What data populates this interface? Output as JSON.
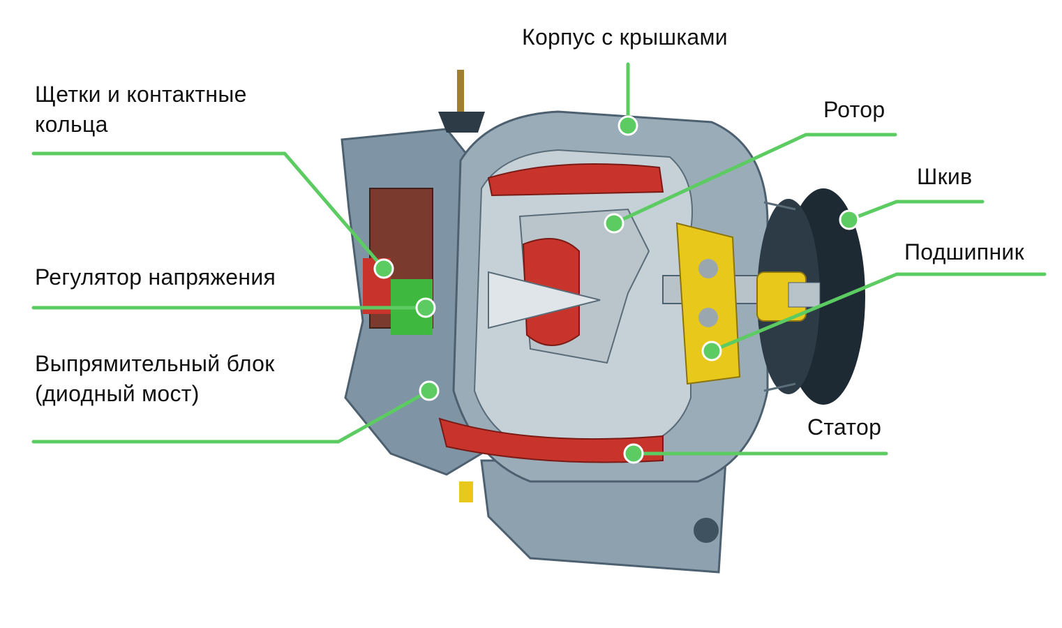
{
  "colors": {
    "leader": "#5ccc62",
    "housing": "#8a9aa6",
    "coil": "#c8342b",
    "pulley": "#1d2a33",
    "bearing": "#e8c81a"
  },
  "labels": {
    "housing": "Корпус с крышками",
    "brushes_line1": "Щетки и контактные",
    "brushes_line2": "кольца",
    "regulator": "Регулятор напряжения",
    "rectifier_line1": "Выпрямительный блок",
    "rectifier_line2": "(диодный мост)",
    "rotor": "Ротор",
    "pulley": "Шкив",
    "bearing": "Подшипник",
    "stator": "Статор"
  }
}
